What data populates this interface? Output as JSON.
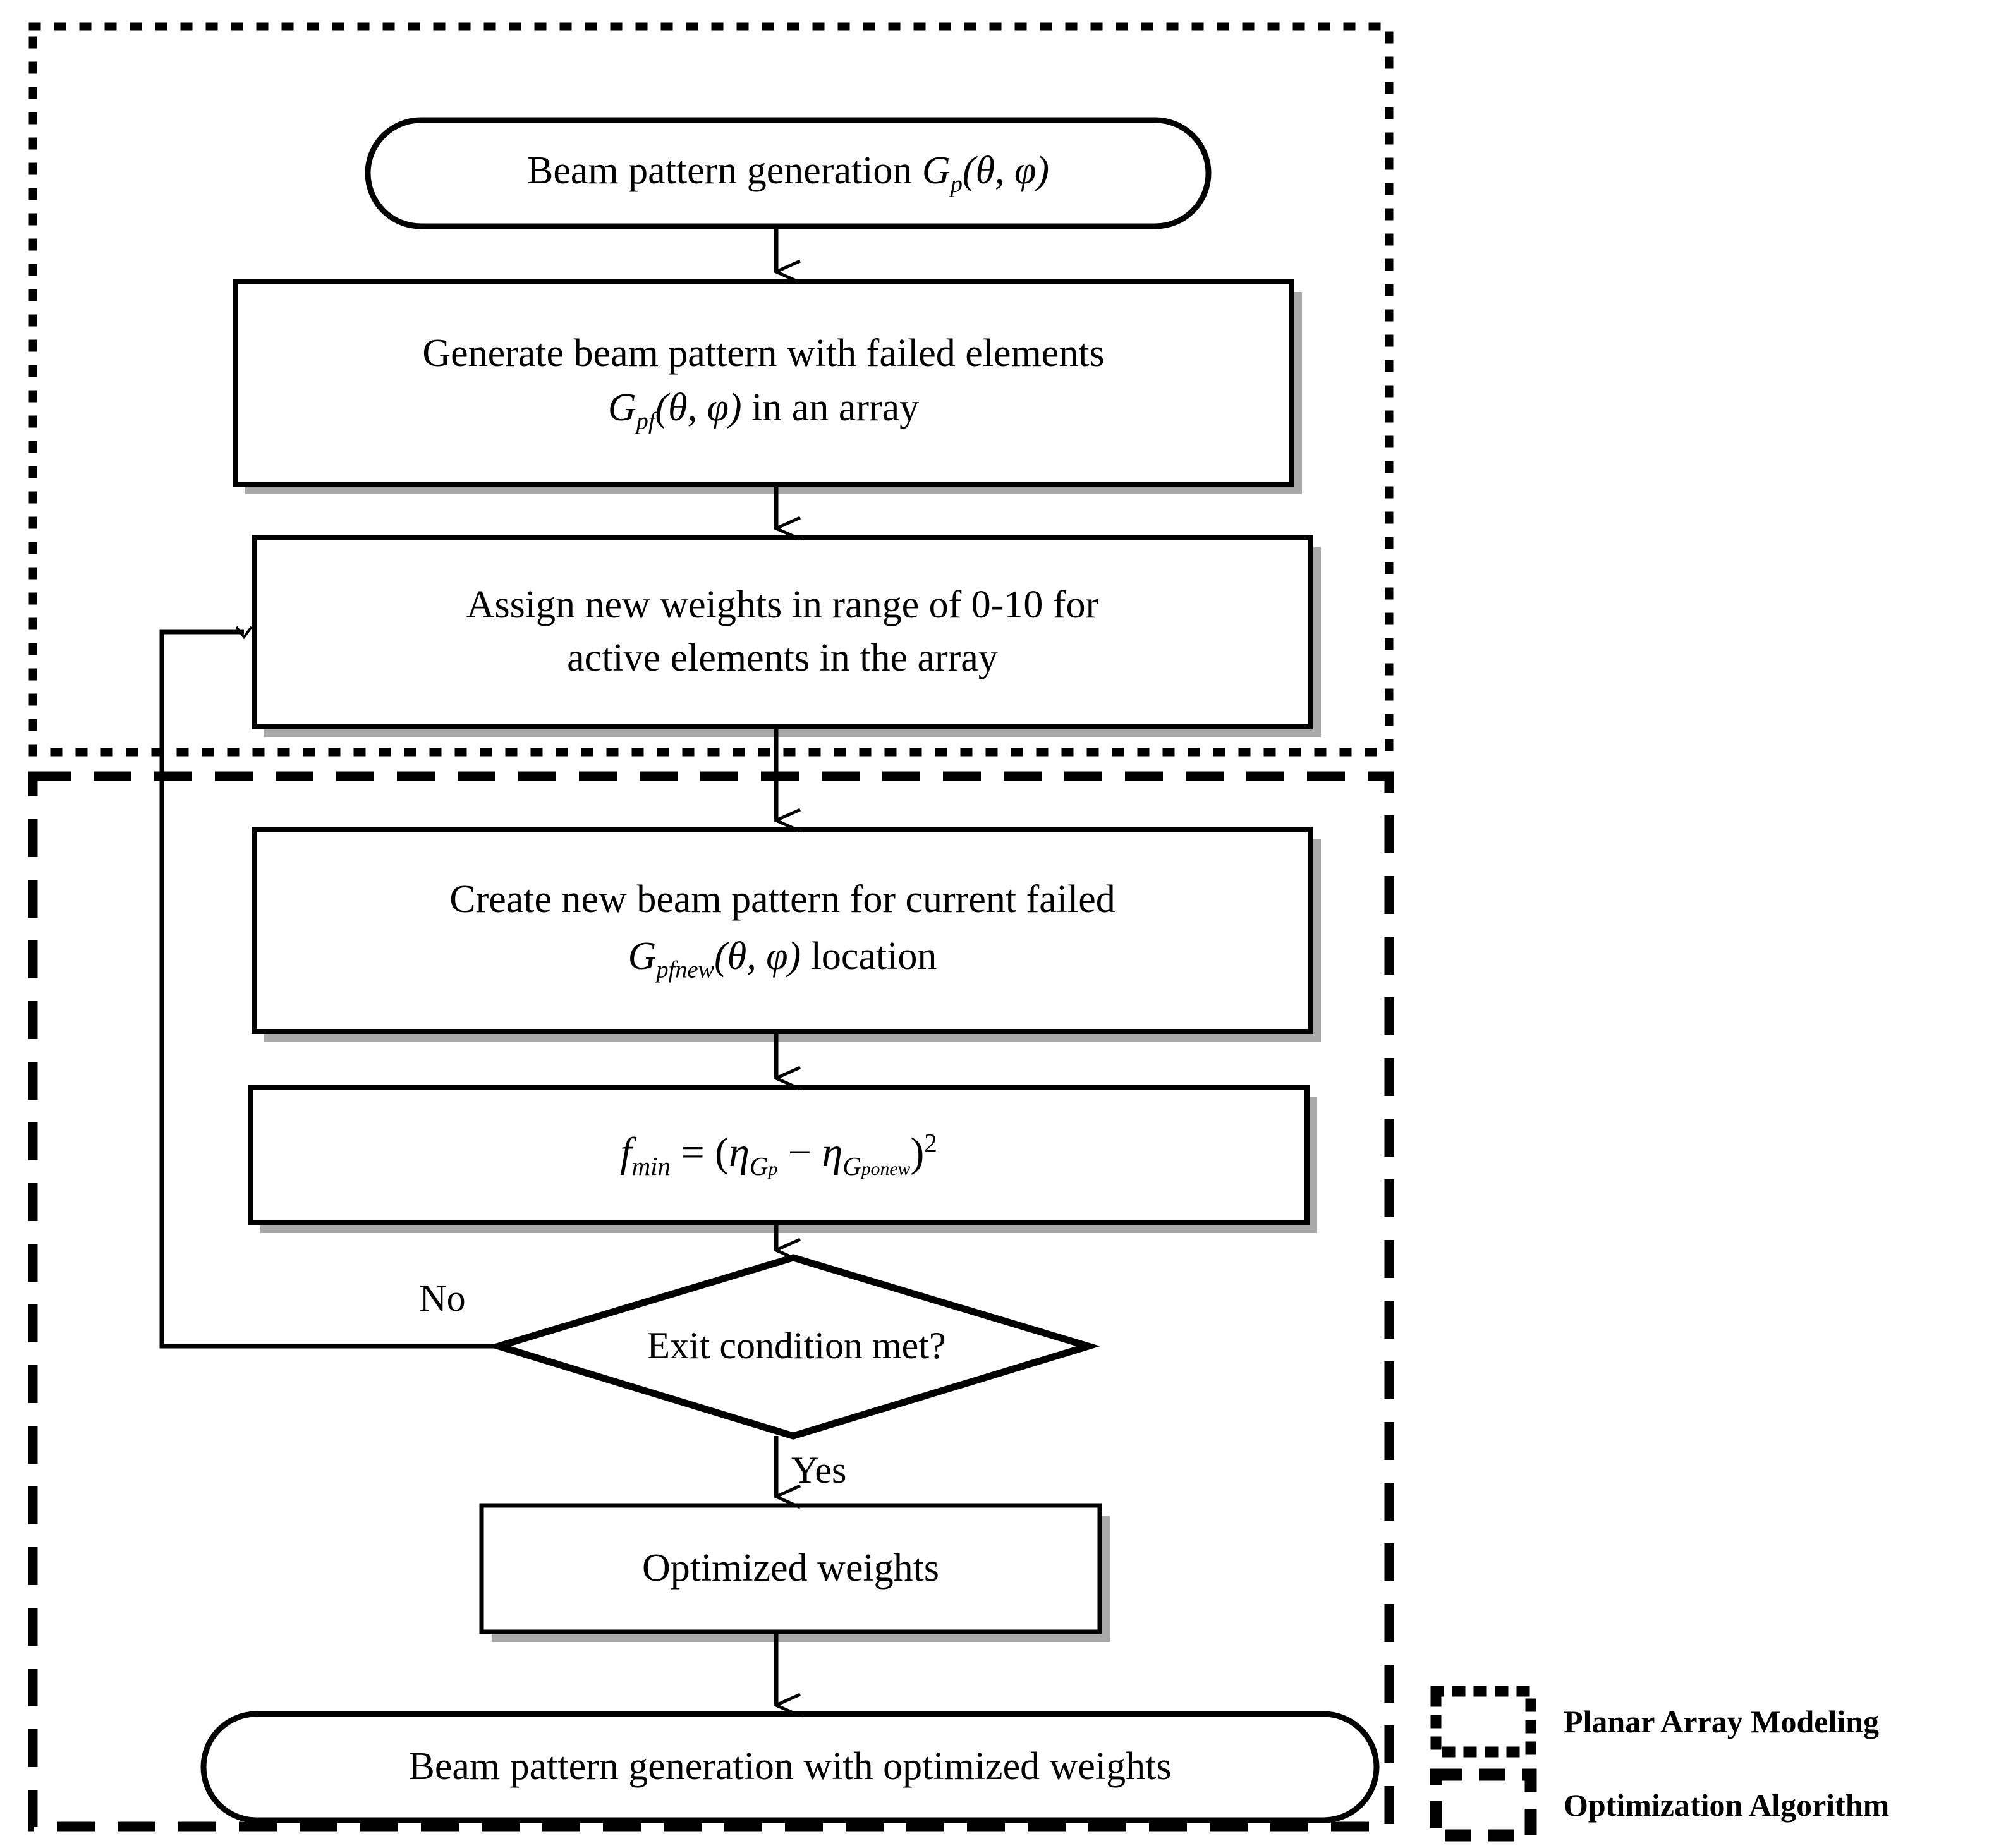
{
  "diagram": {
    "title": "Planar array beam pattern optimization flowchart",
    "nodes": {
      "start_terminal": {
        "shape": "terminal",
        "text_plain": "Beam pattern generation Gp(θ, φ)",
        "text_prefix": "Beam pattern generation ",
        "symbol_base": "G",
        "symbol_sub": "p",
        "symbol_args": "(θ, φ)"
      },
      "generate_failed": {
        "shape": "process",
        "line1": "Generate beam pattern with failed elements",
        "line2_base": "G",
        "line2_sub": "pf",
        "line2_args": "(θ, φ)",
        "line2_tail": " in an array"
      },
      "assign_weights": {
        "shape": "process",
        "line1": "Assign new weights in range of 0-10 for",
        "line2": "active elements in the array"
      },
      "create_new_pattern": {
        "shape": "process",
        "line1": "Create new beam pattern for current failed",
        "line2_base": "G",
        "line2_sub": "pf",
        "line2_sub2": "new",
        "line2_args": "(θ, φ)",
        "line2_tail": "  location"
      },
      "fitness_function": {
        "shape": "process",
        "formula_plain": "fmin = (ηGp − ηGponew)²",
        "lhs_base": "f",
        "lhs_sub": "min",
        "eq": " =  (",
        "eta1_base": "η",
        "eta1_sub_base": "G",
        "eta1_sub_sub": "p",
        "minus": " − ",
        "eta2_base": "η",
        "eta2_sub_base": "G",
        "eta2_sub_sub": "ponew",
        "close": ")",
        "power": "2"
      },
      "exit_condition": {
        "shape": "decision",
        "text": "Exit condition met?"
      },
      "optimized_weights": {
        "shape": "process",
        "text": "Optimized weights"
      },
      "end_terminal": {
        "shape": "terminal",
        "text": "Beam pattern generation with optimized weights"
      }
    },
    "edge_labels": {
      "no": "No",
      "yes": "Yes"
    },
    "legend": [
      {
        "style": "dotted",
        "label": "Planar Array Modeling"
      },
      {
        "style": "dashed",
        "label": "Optimization Algorithm"
      }
    ],
    "colors": {
      "stroke": "#000000",
      "node_fill": "#ffffff",
      "shadow": "#808080",
      "background": "#ffffff"
    }
  }
}
